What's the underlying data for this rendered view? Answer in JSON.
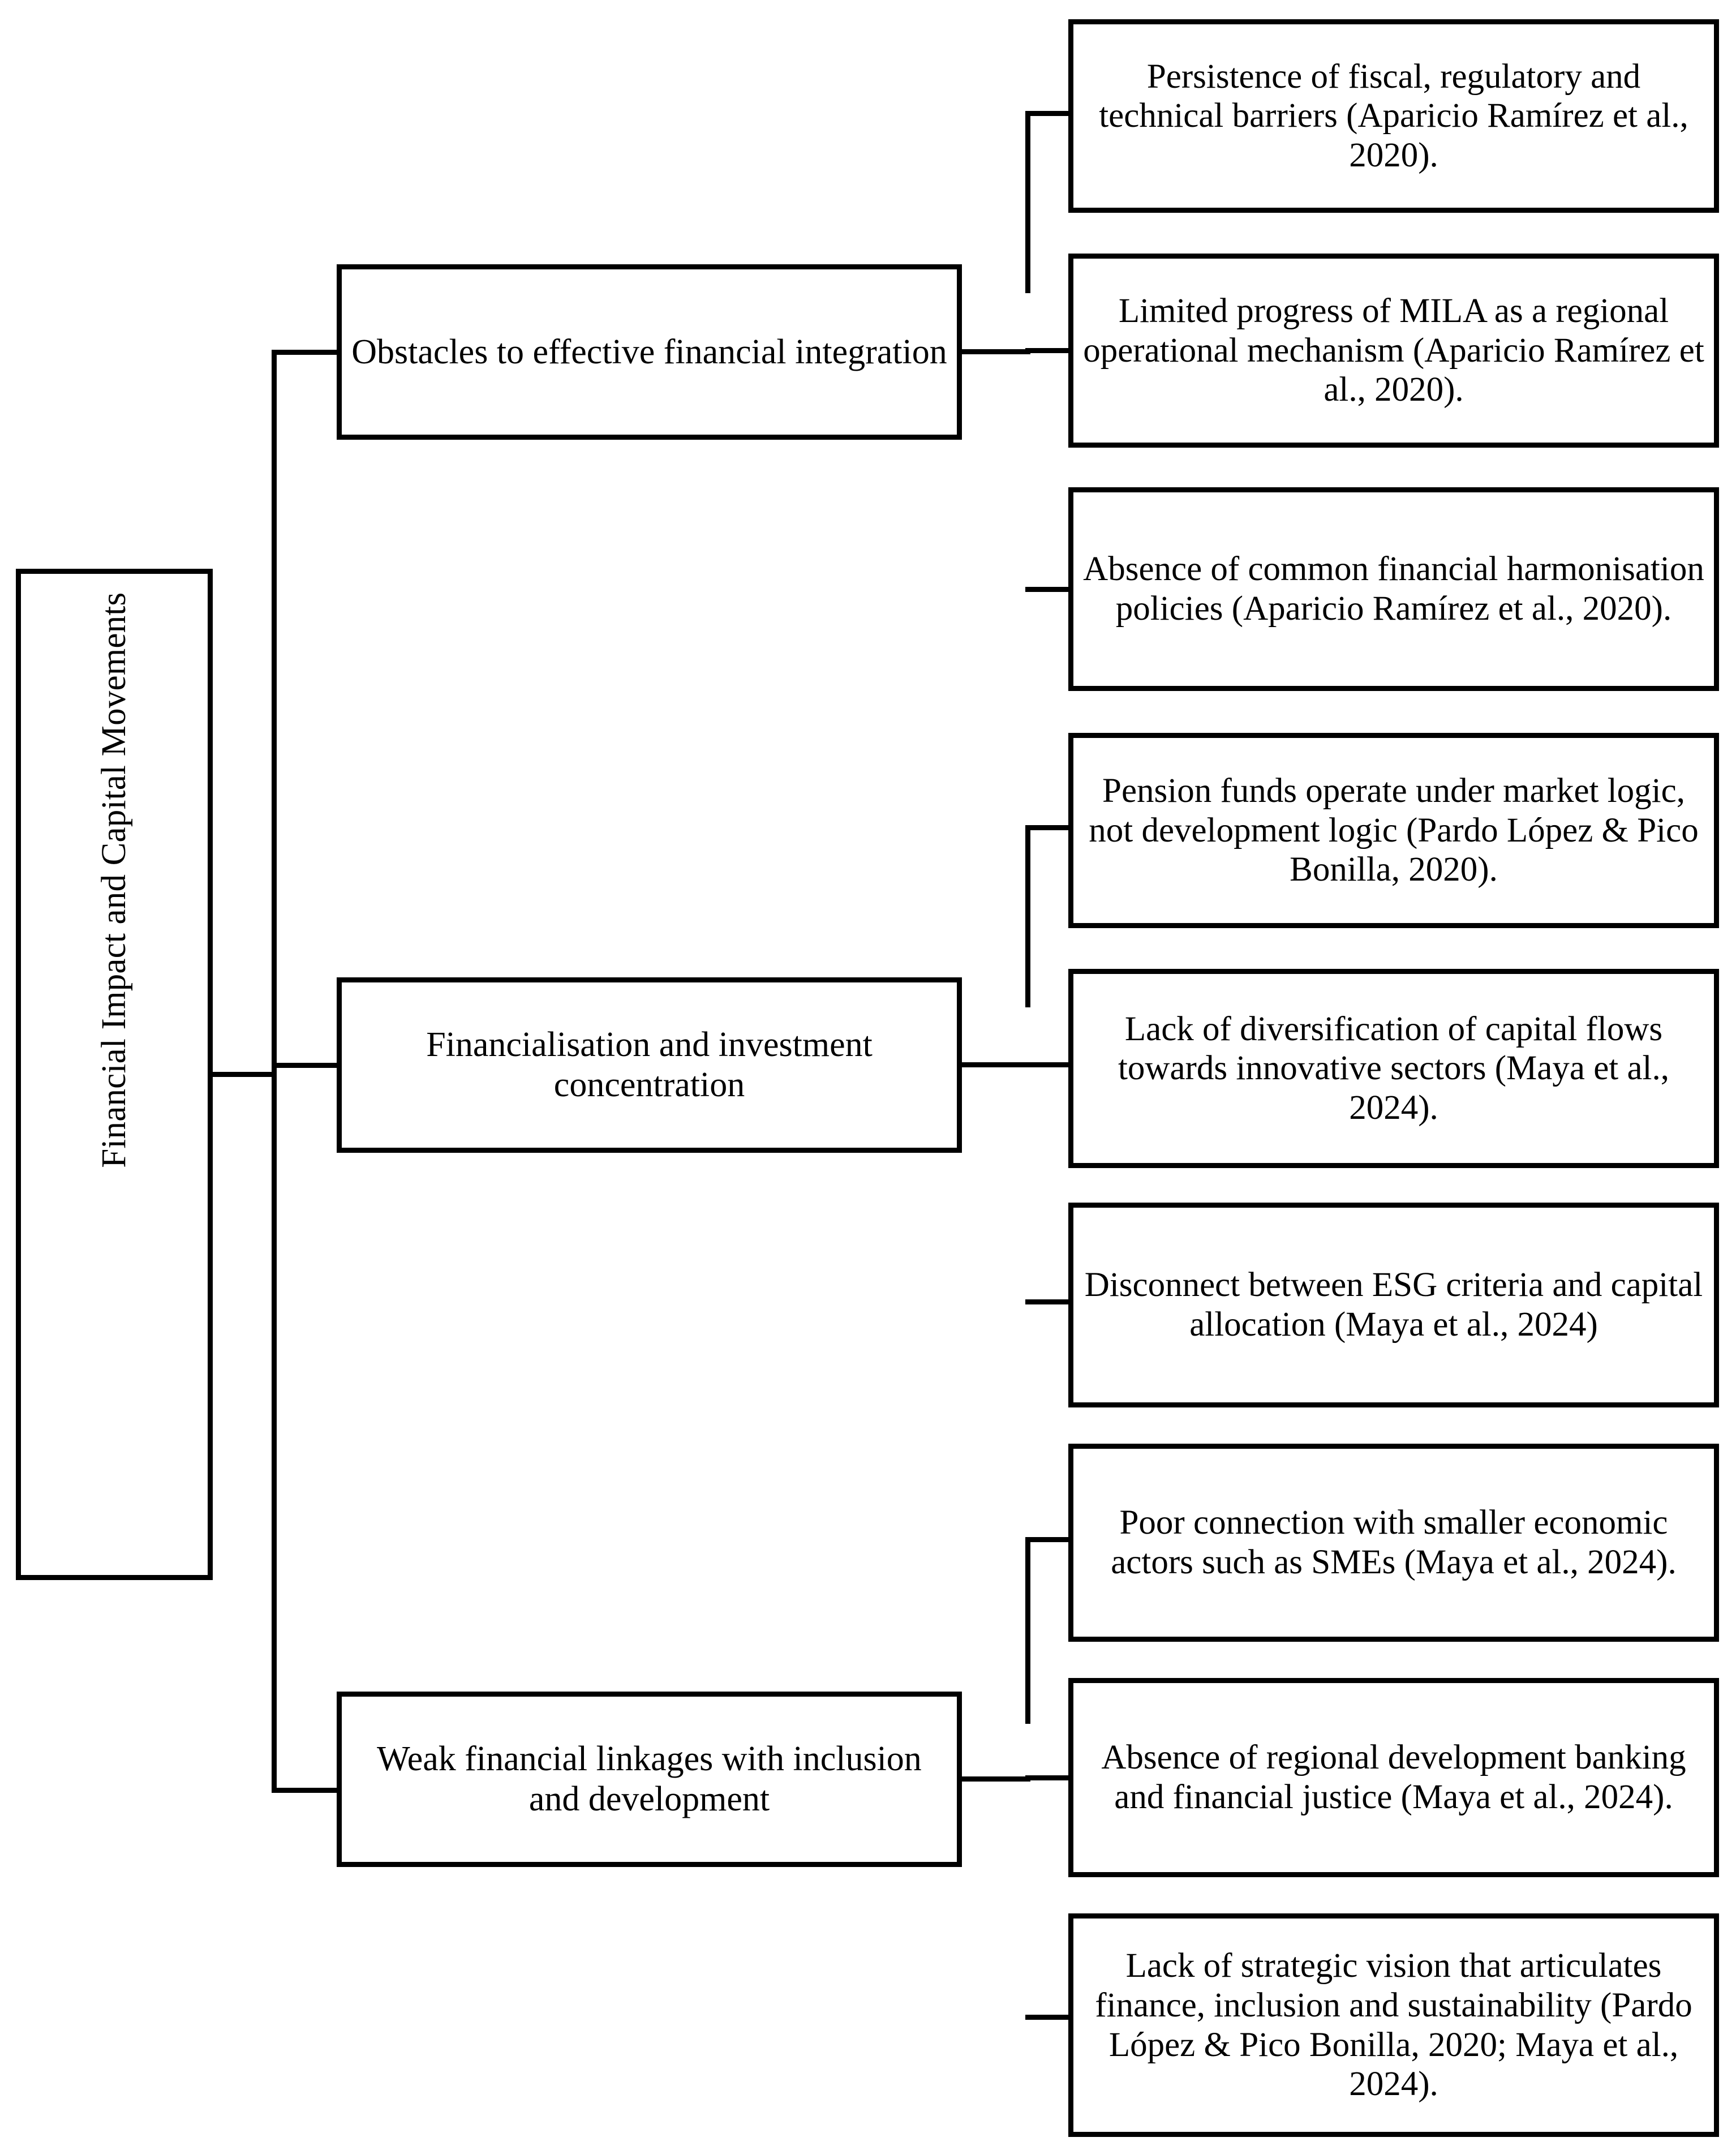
{
  "diagram": {
    "type": "hierarchical-tree",
    "orientation": "left-to-right",
    "root": {
      "label": "Financial Impact and Capital Movements",
      "text_orientation": "vertical-rotated-90-ccw"
    },
    "colors": {
      "background": "#ffffff",
      "box_border": "#000000",
      "connector": "#000000",
      "text": "#000000"
    },
    "branches": [
      {
        "category": "Obstacles to effective financial integration",
        "items": [
          "Persistence of fiscal, regulatory and technical barriers (Aparicio Ramírez et al., 2020).",
          "Limited progress of MILA as a regional operational mechanism (Aparicio Ramírez et al., 2020).",
          "Absence of common financial harmonisation policies (Aparicio Ramírez et al., 2020)."
        ]
      },
      {
        "category": "Financialisation and investment concentration",
        "items": [
          "Pension funds operate under market logic, not development logic (Pardo López & Pico Bonilla, 2020).",
          "Lack of diversification of capital flows towards innovative sectors (Maya et al., 2024).",
          "Disconnect between ESG criteria and capital allocation (Maya et al., 2024)"
        ]
      },
      {
        "category": "Weak financial linkages with inclusion and development",
        "items": [
          "Poor connection with smaller economic actors such as SMEs (Maya et al., 2024).",
          "Absence of regional development banking and financial justice (Maya et al., 2024).",
          "Lack of strategic vision that articulates finance, inclusion and sustainability (Pardo López & Pico Bonilla, 2020; Maya et al., 2024)."
        ]
      }
    ]
  }
}
